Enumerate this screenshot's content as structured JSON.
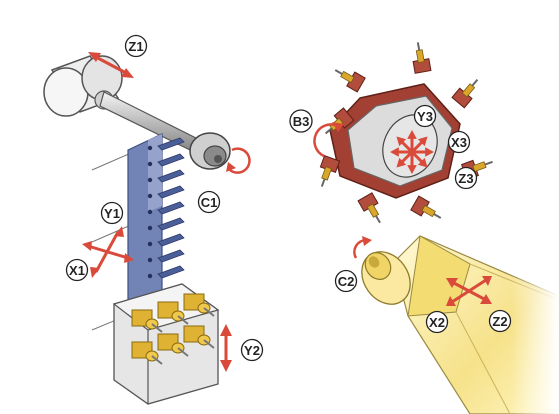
{
  "colors": {
    "arrow": "#d94a3a",
    "headstock_fill": "#eeeeee",
    "outline": "#444444",
    "gang_plate": "#6c7fb2",
    "gang_tool": "#4a5f99",
    "turret_body": "#a14033",
    "turret_face": "#d8d8d8",
    "tool_gold": "#d9a72c",
    "tool_block": "#e8e8e8",
    "subspindle_light": "#fff6c2",
    "subspindle_dark": "#f0d45a"
  },
  "labels": {
    "z1": "Z1",
    "c1": "C1",
    "y1": "Y1",
    "x1": "X1",
    "y2": "Y2",
    "b3": "B3",
    "y3": "Y3",
    "x3": "X3",
    "z3": "Z3",
    "c2": "C2",
    "x2": "X2",
    "z2": "Z2"
  },
  "icons": {
    "axis_move": "double-arrow-icon",
    "axis_cross": "four-way-arrow-icon",
    "axis_star": "eight-way-arrow-icon",
    "axis_rotate": "rotation-arrow-icon"
  }
}
